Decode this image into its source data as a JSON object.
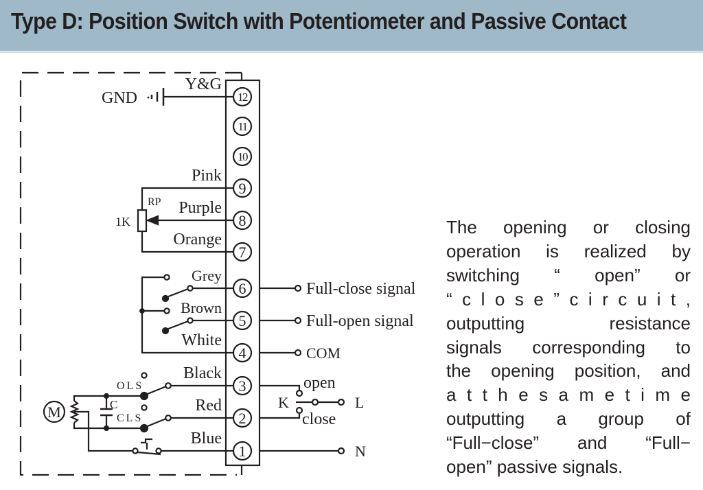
{
  "header": {
    "title": "Type D: Position Switch with Potentiometer and Passive Contact"
  },
  "diagram": {
    "terminals": [
      {
        "number": "12",
        "glyph": "⑫",
        "wire": "Y&G"
      },
      {
        "number": "11",
        "glyph": "⑪",
        "wire": ""
      },
      {
        "number": "10",
        "glyph": "⑩",
        "wire": ""
      },
      {
        "number": "9",
        "glyph": "⑨",
        "wire": "Pink"
      },
      {
        "number": "8",
        "glyph": "⑧",
        "wire": "Purple"
      },
      {
        "number": "7",
        "glyph": "⑦",
        "wire": "Orange"
      },
      {
        "number": "6",
        "glyph": "⑥",
        "wire": "Grey"
      },
      {
        "number": "5",
        "glyph": "⑤",
        "wire": "Brown"
      },
      {
        "number": "4",
        "glyph": "④",
        "wire": "White"
      },
      {
        "number": "3",
        "glyph": "③",
        "wire": "Black"
      },
      {
        "number": "2",
        "glyph": "②",
        "wire": "Red"
      },
      {
        "number": "1",
        "glyph": "①",
        "wire": "Blue"
      }
    ],
    "labels": {
      "gnd": "GND",
      "rp": "RP",
      "resistance": "1K",
      "motor": "M",
      "capacitor": "C",
      "ols": "OLS",
      "cls": "CLS",
      "switch_k": "K",
      "open": "open",
      "close": "close",
      "line": "L",
      "neutral": "N",
      "full_close_signal": "Full-close signal",
      "full_open_signal": "Full-open signal",
      "com": "COM"
    }
  },
  "description": {
    "lines": [
      "The opening or closing",
      "operation is realized by",
      "switching “ open” or",
      "“ c l o s e ” c i r c u i t ,",
      "outputting resistance",
      "signals corresponding to",
      "the opening position, and",
      "a t t h e s a m e t i m e",
      "outputting a group of",
      "“Full−close” and “Full−",
      "open” passive signals."
    ]
  }
}
